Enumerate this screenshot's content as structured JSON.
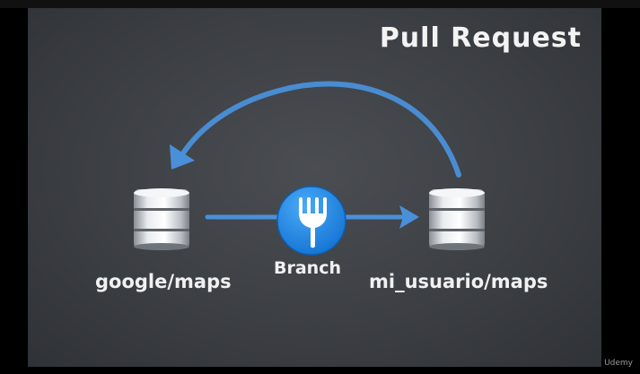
{
  "slide": {
    "title": "Pull Request",
    "source_repo": "google/maps",
    "fork_repo": "mi_usuario/maps",
    "branch_label": "Branch",
    "watermark": "Udemy"
  },
  "colors": {
    "background": "#3c3f43",
    "arrow": "#4a90d9",
    "fork_icon_bg": "#1f86e6",
    "text": "#f1f1f1"
  },
  "icons": [
    "database-icon",
    "fork-icon",
    "database-icon"
  ]
}
